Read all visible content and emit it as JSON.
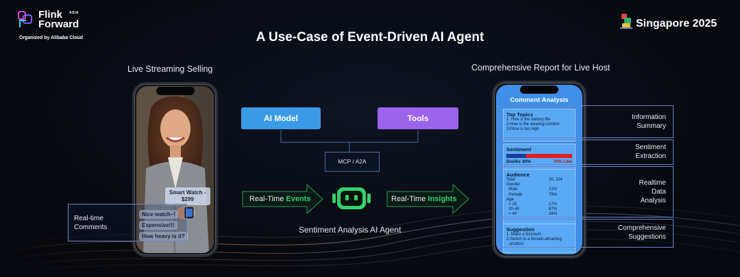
{
  "logo": {
    "line1": "Flink",
    "line2": "Forward",
    "badge": "ASIA",
    "organizer": "Organized by Alibaba Cloud"
  },
  "event": {
    "location": "Singapore 2025"
  },
  "title": "A Use-Case of Event-Driven AI Agent",
  "left": {
    "caption": "Live Streaming Selling",
    "product_tag": "Smart Watch -\n$299",
    "comments": [
      "Nice watch~!",
      "Expensive!!!",
      "How heavy is it?"
    ],
    "comments_label": "Real-time\nComments"
  },
  "center": {
    "ai_model": "AI Model",
    "tools": "Tools",
    "protocol": "MCP / A2A",
    "input_prefix": "Real-Time",
    "input_keyword": "Events",
    "output_prefix": "Real-Time",
    "output_keyword": "Insights",
    "agent_caption": "Sentiment Analysis AI Agent"
  },
  "right": {
    "caption": "Comprehensive Report for Live Host",
    "screen_title": "Comment Analysis",
    "top_topics": {
      "heading": "Top Topics",
      "items": [
        "1. How is the battery life",
        "2.How is the wearing comfort",
        "3.Price is too high"
      ]
    },
    "sentiment": {
      "heading": "Sentiment",
      "dislike_label": "Dislike 30%",
      "like_label": "70% Like",
      "dislike_share": 0.3,
      "like_share": 0.7
    },
    "audience": {
      "heading": "Audience",
      "rows": [
        {
          "k": "Total",
          "v": "20, 324"
        },
        {
          "k": "Gender",
          "v": ""
        },
        {
          "k": "  Male",
          "v": "21%"
        },
        {
          "k": "  Female",
          "v": "79%"
        },
        {
          "k": "Age",
          "v": ""
        },
        {
          "k": "  < 20",
          "v": "17%"
        },
        {
          "k": "  20-40",
          "v": "67%"
        },
        {
          "k": "  > 40",
          "v": "16%"
        }
      ]
    },
    "suggestion": {
      "heading": "Suggestion",
      "items": [
        "1. Make a discount",
        "2.Switch to a female-attracting\n   product"
      ]
    },
    "labels": {
      "info": "Information\nSummary",
      "sentiment": "Sentiment\nExtraction",
      "realtime": "Realtime\nData\nAnalysis",
      "suggest": "Comprehensive\nSuggestions"
    }
  },
  "colors": {
    "ai_model": "#3b9be8",
    "tools": "#9b63ec",
    "accent_green": "#35d16a",
    "like_red": "#e02020",
    "dislike_blue": "#1a3f9a",
    "screen_blue": "#3f8fe8"
  }
}
